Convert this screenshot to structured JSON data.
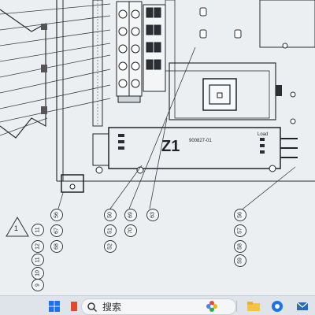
{
  "drawing": {
    "component_label": "Z1",
    "part_number": "900827-01",
    "load_label": "Load",
    "revision_mark": "1",
    "callouts_rotated_row1": [
      "56",
      "50",
      "69",
      "63",
      "56"
    ],
    "callouts_rotated_row2": [
      "67",
      "51",
      "70",
      "57"
    ],
    "callouts_rotated_row3": [
      "68",
      "52",
      "58"
    ],
    "callouts_rotated_row4": [
      "59"
    ],
    "callouts_bottom_left": [
      "9",
      "10",
      "11",
      "12"
    ],
    "callout_top_left_partial": "11"
  },
  "taskbar": {
    "search_text": "搜索",
    "start_icon": "windows-logo-icon",
    "colors": {
      "accent": "#1a73e8",
      "drawing_line": "#2b2f33"
    }
  }
}
